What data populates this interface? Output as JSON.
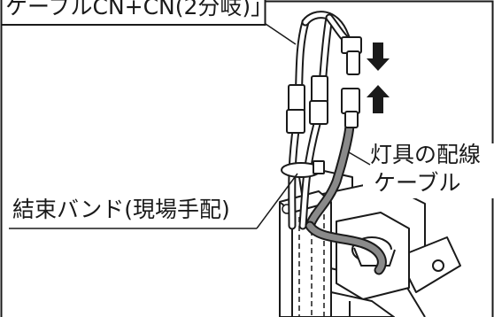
{
  "labels": {
    "cable_top": "ケーブルCN+CN(2分岐)」",
    "fixture_line1": "灯具の配線",
    "fixture_line2": "ケーブル",
    "binding_band": "結束バンド(現場手配)"
  },
  "colors": {
    "frame": "#1a1a1a",
    "cable_gray": "#8a8a8a",
    "line": "#1a1a1a"
  },
  "icons": {
    "arrow_down": "down-arrow-icon",
    "arrow_up": "up-arrow-icon"
  }
}
